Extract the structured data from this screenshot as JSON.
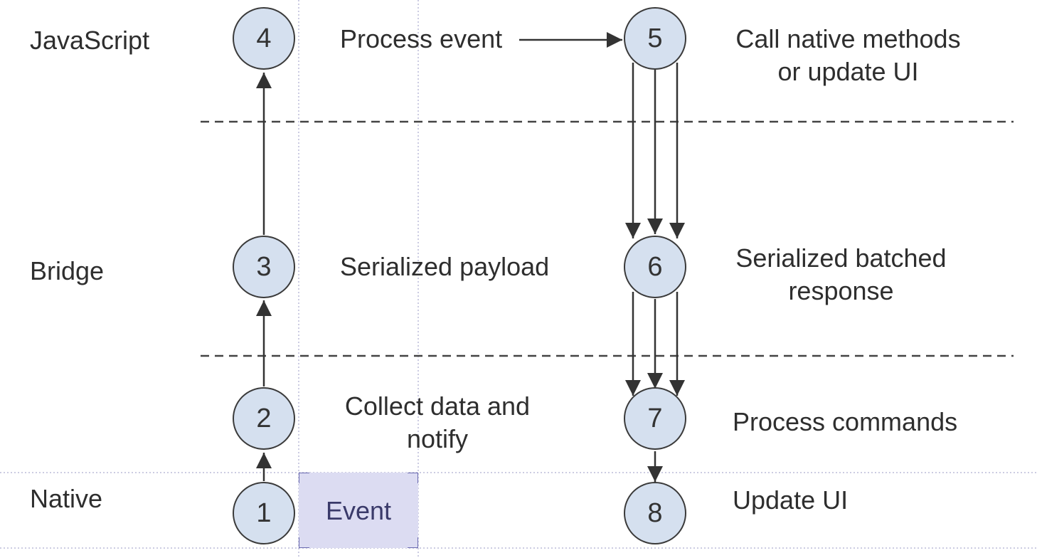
{
  "lanes": {
    "javascript": "JavaScript",
    "bridge": "Bridge",
    "native": "Native"
  },
  "nodes": {
    "n1": "1",
    "n2": "2",
    "n3": "3",
    "n4": "4",
    "n5": "5",
    "n6": "6",
    "n7": "7",
    "n8": "8"
  },
  "labels": {
    "process_event": "Process event",
    "call_native_line1": "Call native methods",
    "call_native_line2": "or update UI",
    "serialized_payload": "Serialized payload",
    "serialized_batched_line1": "Serialized batched",
    "serialized_batched_line2": "response",
    "collect_data_line1": "Collect data and",
    "collect_data_line2": "notify",
    "process_commands": "Process commands",
    "event": "Event",
    "update_ui": "Update UI"
  },
  "colors": {
    "node_fill": "#d5e0ef",
    "selection_fill": "#dcdcf2",
    "stroke": "#333333"
  }
}
